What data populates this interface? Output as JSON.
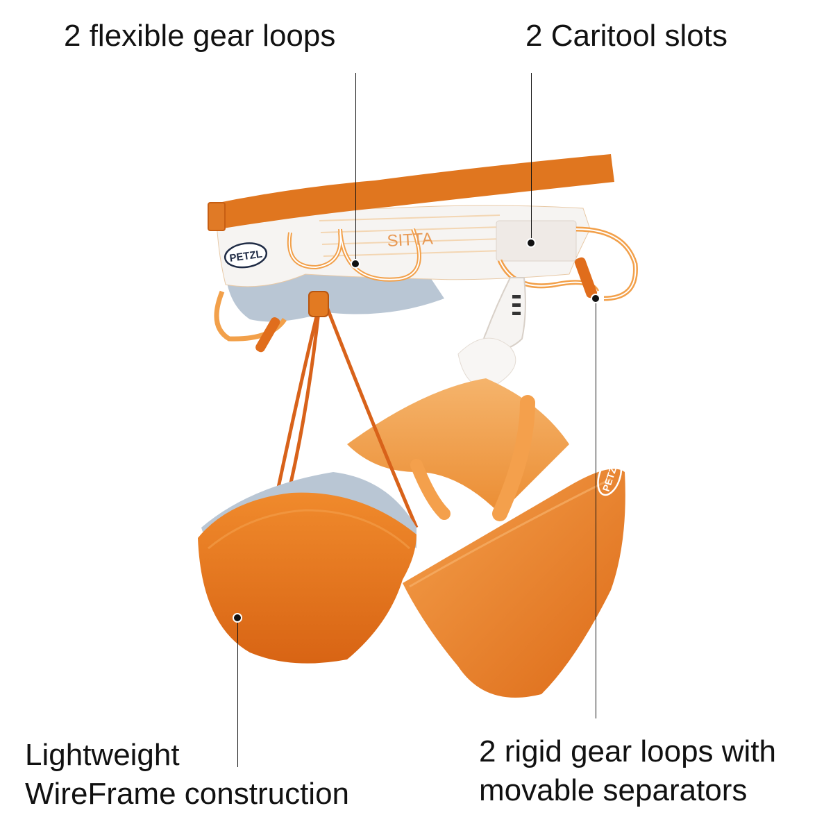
{
  "product": {
    "brand_logo": "PETZL",
    "model_name": "SITTA"
  },
  "callouts": {
    "flexible_gear_loops": "2 flexible gear loops",
    "caritool_slots": "2 Caritool slots",
    "wireframe_line1": "Lightweight",
    "wireframe_line2": "WireFrame construction",
    "rigid_loops_line1": "2 rigid gear loops with",
    "rigid_loops_line2": "movable separators"
  },
  "colors": {
    "webbing_orange": "#e0761f",
    "deep_orange": "#d05d12",
    "light_orange": "#f2a04a",
    "white_panel": "#f6f4f2",
    "mesh_blue_grey": "#b9c6d4",
    "background": "#ffffff"
  }
}
